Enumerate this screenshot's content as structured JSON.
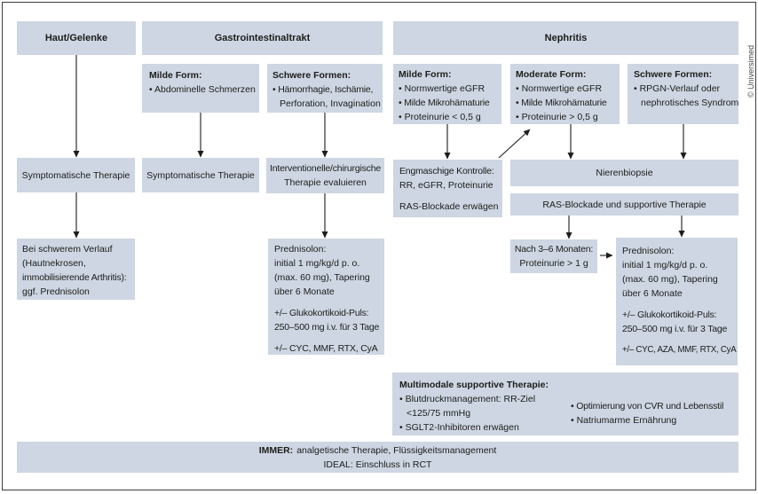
{
  "meta": {
    "credit": "© Universimed"
  },
  "colors": {
    "box_fill": "#cdd6e2",
    "ink": "#1d1d1b"
  },
  "headers": {
    "skin": "Haut/Gelenke",
    "gi": "Gastrointestinaltrakt",
    "nephritis": "Nephritis"
  },
  "gi_mild": {
    "title": "Milde Form:",
    "l1": "• Abdominelle Schmerzen"
  },
  "gi_severe": {
    "title": "Schwere Formen:",
    "l1": "• Hämorrhagie, Ischämie,",
    "l2": "Perforation, Invagination"
  },
  "neph_mild": {
    "title": "Milde Form:",
    "l1": "• Normwertige eGFR",
    "l2": "• Milde Mikrohämaturie",
    "l3": "• Proteinurie < 0,5 g"
  },
  "neph_moderate": {
    "title": "Moderate Form:",
    "l1": "• Normwertige eGFR",
    "l2": "• Milde Mikrohämaturie",
    "l3": "• Proteinurie > 0,5 g"
  },
  "neph_severe": {
    "title": "Schwere Formen:",
    "l1": "• RPGN-Verlauf oder",
    "l2": "nephrotisches Syndrom"
  },
  "sympt1": "Symptomatische Therapie",
  "sympt2": "Symptomatische Therapie",
  "interv": {
    "l1": "Interventionelle/chirurgische",
    "l2": "Therapie evaluieren"
  },
  "kontrolle": {
    "l1": "Engmaschige Kontrolle:",
    "l2": "RR, eGFR, Proteinurie",
    "l3": "RAS-Blockade erwägen"
  },
  "biopsie": "Nierenbiopsie",
  "ras": "RAS-Blockade und supportive Therapie",
  "severe_skin": {
    "l1": "Bei schwerem Verlauf",
    "l2": "(Hautnekrosen,",
    "l3": "immobilisierende Arthritis):",
    "l4": "ggf. Prednisolon"
  },
  "pred_mid": {
    "l1": "Prednisolon:",
    "l2": "initial 1 mg/kg/d p. o.",
    "l3": "(max. 60 mg), Tapering",
    "l4": "über 6 Monate",
    "l5": "+/– Glukokortikoid-Puls:",
    "l6": "250–500 mg i.v. für 3 Tage",
    "l7": "+/– CYC, MMF, RTX, CyA"
  },
  "monate": {
    "l1": "Nach 3–6 Monaten:",
    "l2": "Proteinurie > 1 g"
  },
  "pred_right": {
    "l1": "Prednisolon:",
    "l2": "initial 1 mg/kg/d p. o.",
    "l3": "(max. 60 mg), Tapering",
    "l4": "über 6 Monate",
    "l5": "+/– Glukokortikoid-Puls:",
    "l6": "250–500 mg i.v. für 3 Tage",
    "l7": "+/– CYC, AZA, MMF, RTX, CyA"
  },
  "supportive": {
    "title": "Multimodale supportive Therapie:",
    "col1": [
      "• Blutdruckmanagement: RR-Ziel",
      "<125/75 mmHg",
      "• SGLT2-Inhibitoren erwägen"
    ],
    "col2": [
      "• Optimierung von CVR und Lebensstil",
      "• Natriumarme Ernährung"
    ]
  },
  "footer": {
    "immer_label": "IMMER:",
    "immer_text": "analgetische Therapie, Flüssigkeitsmanagement",
    "ideal_text": "IDEAL: Einschluss in RCT"
  }
}
